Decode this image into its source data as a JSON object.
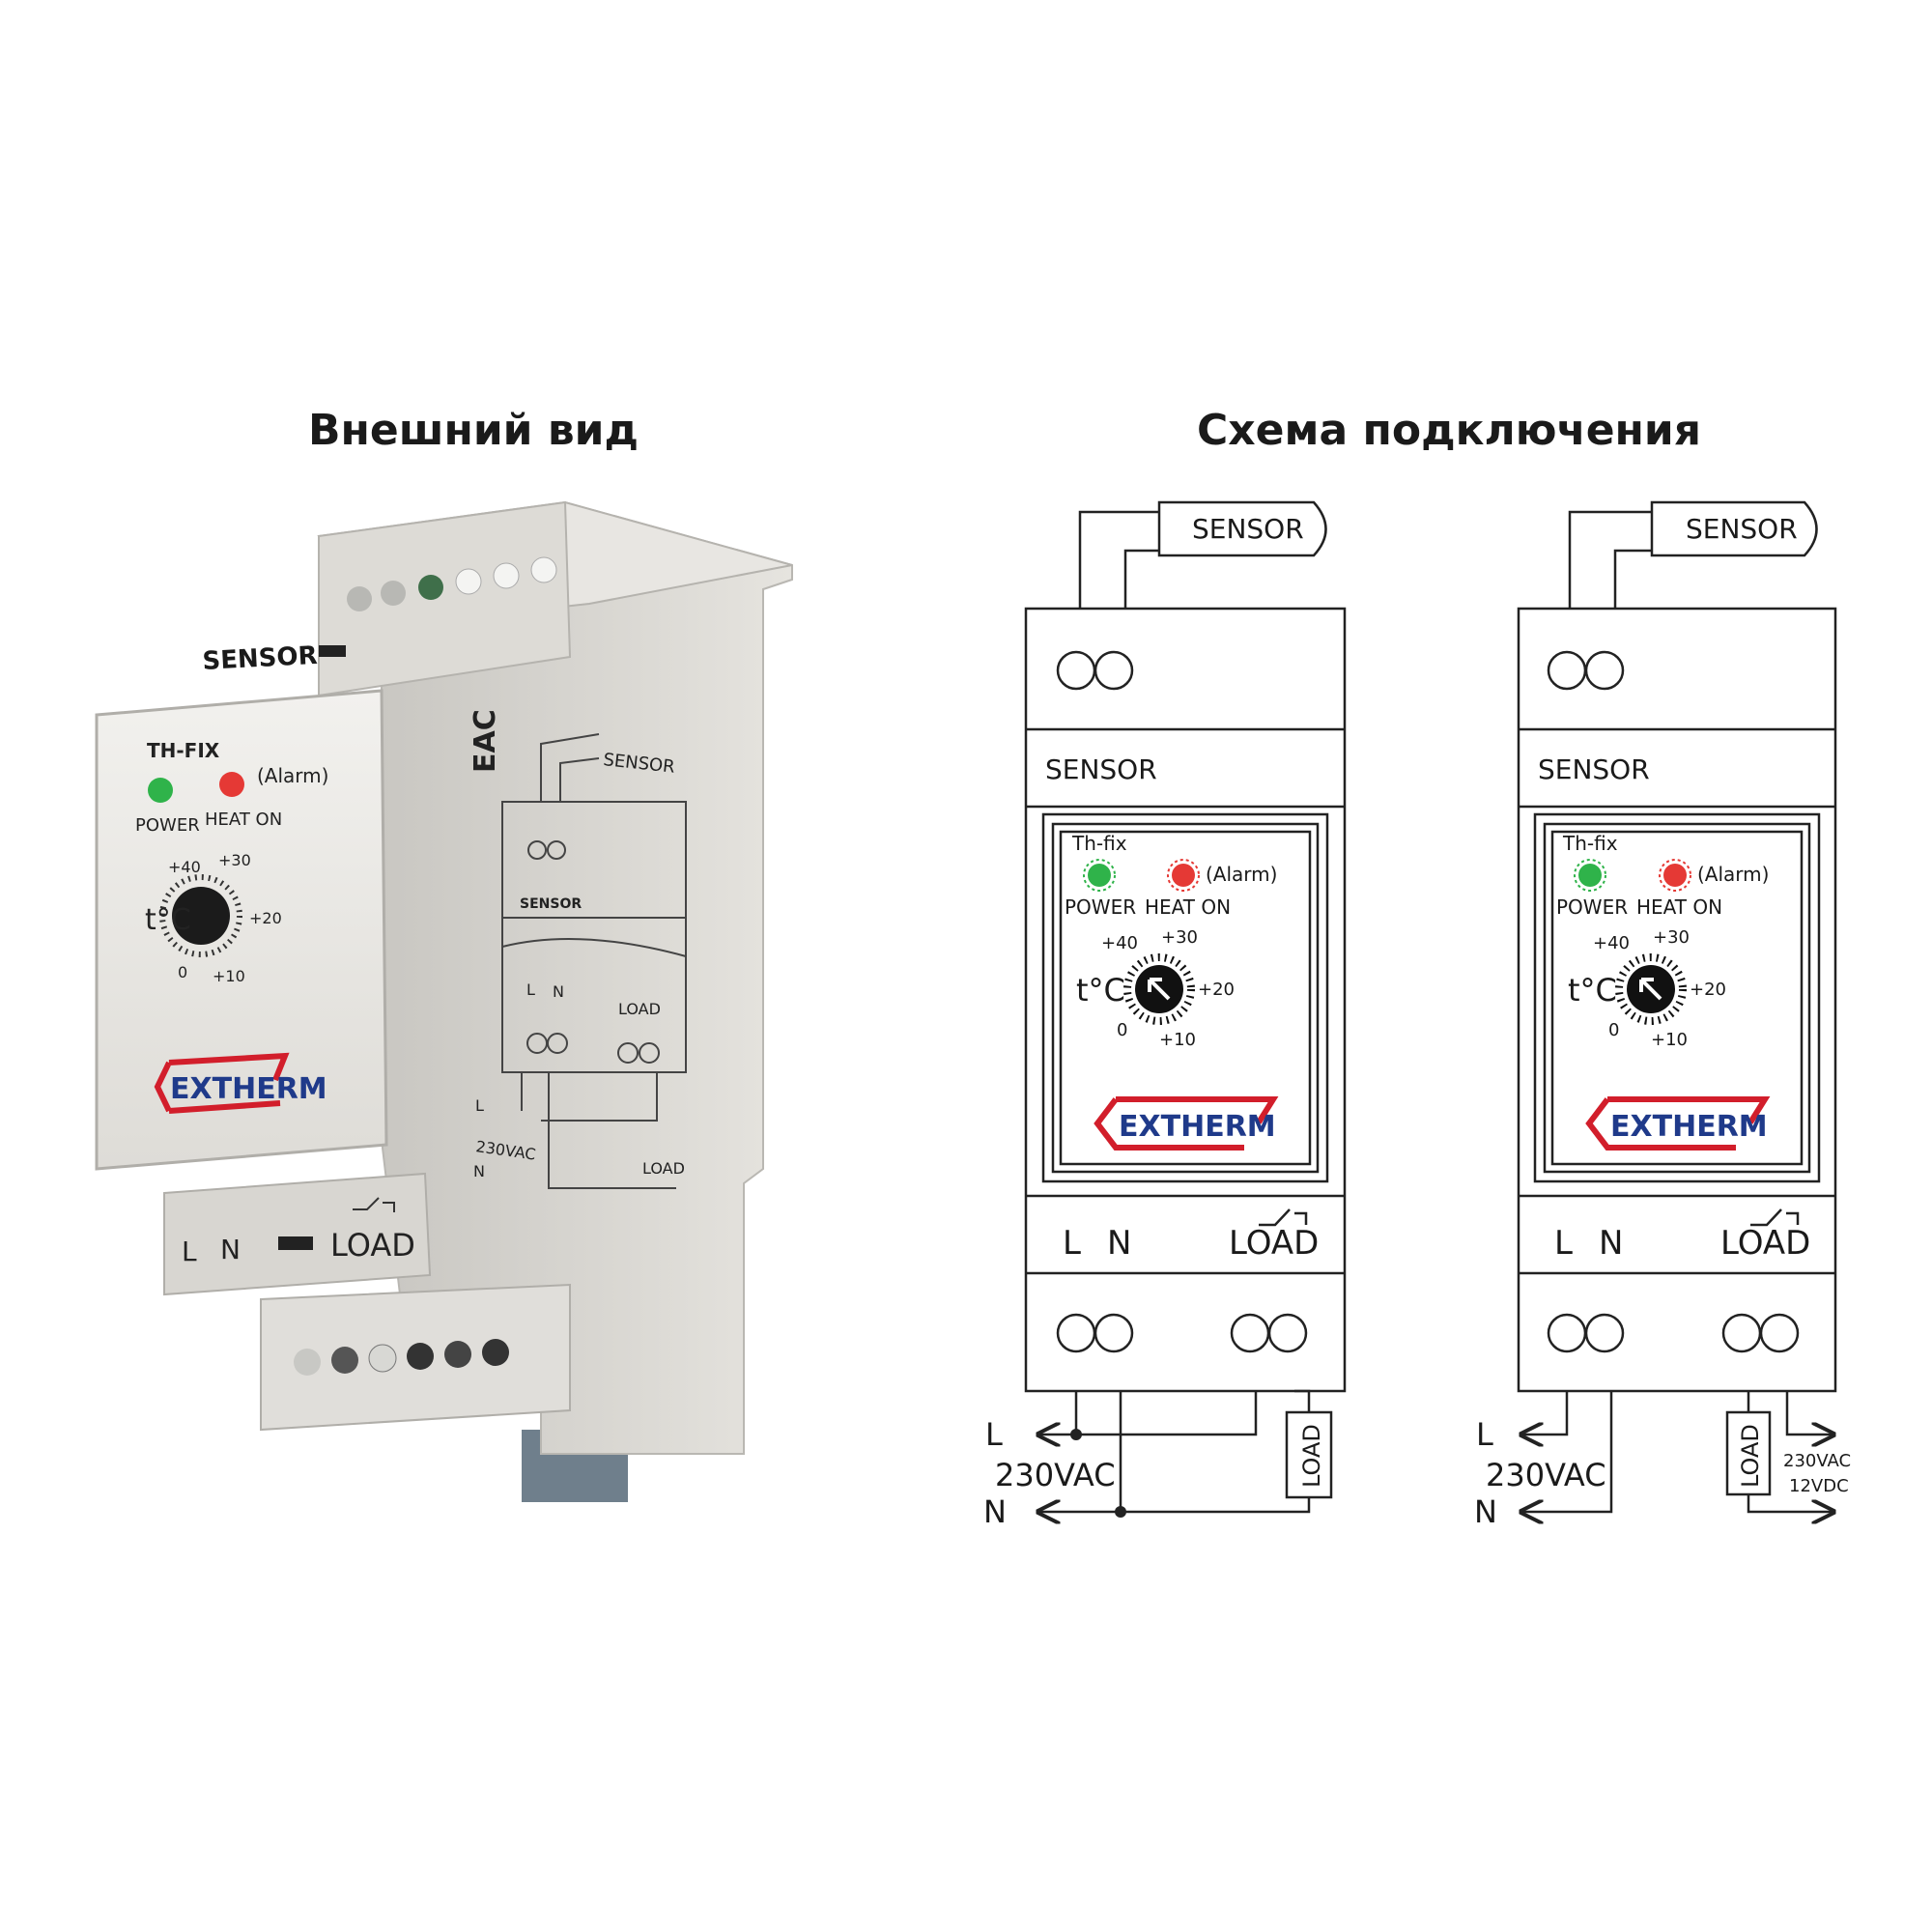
{
  "headings": {
    "appearance": "Внешний вид",
    "wiring": "Схема подключения"
  },
  "device_label": {
    "sensor": "SENSOR",
    "model": "Th-fix",
    "model_photo": "TH-FIX",
    "alarm": "(Alarm)",
    "power": "POWER",
    "heat_on": "HEAT ON",
    "t_unit": "t°C",
    "scale": [
      "+40",
      "+30",
      "+20",
      "+10",
      "0"
    ],
    "brand": "EXTHERM",
    "l": "L",
    "n": "N",
    "load": "LOAD",
    "eac_mark": "EAC"
  },
  "wiring_left": {
    "line_l": "L",
    "voltage": "230VAC",
    "line_n": "N",
    "load": "LOAD"
  },
  "wiring_right": {
    "line_l": "L",
    "voltage": "230VAC",
    "line_n": "N",
    "load": "LOAD",
    "load_supply": [
      "230VAC",
      "12VDC"
    ]
  },
  "colors": {
    "power_led": "#2fb34a",
    "heat_led": "#e53935",
    "brand_red": "#d21e2b",
    "brand_blue": "#1f3a8a",
    "housing": "#dcdad5"
  }
}
